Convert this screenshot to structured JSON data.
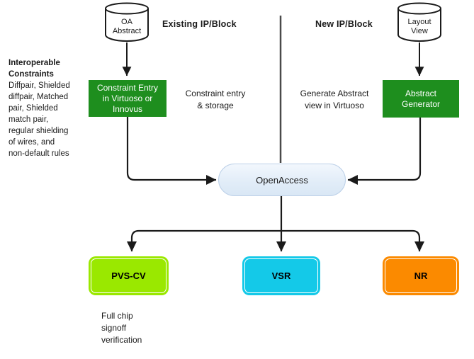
{
  "diagram": {
    "sections": {
      "existing": {
        "title": "Existing IP/Block"
      },
      "new": {
        "title": "New IP/Block"
      }
    },
    "side_note": {
      "heading": "Interoperable\nConstraints",
      "body": "Diffpair, Shielded\ndiffpair, Matched\npair, Shielded\nmatch pair,\nregular shielding\nof wires, and\nnon-default rules"
    },
    "nodes": {
      "oa_abstract": {
        "label": "OA\nAbstract",
        "shape": "cylinder"
      },
      "layout_view": {
        "label": "Layout\nView",
        "shape": "cylinder"
      },
      "constraint_entry": {
        "label": "Constraint Entry\nin Virtuoso or\nInnovus",
        "color": "#1E8E1E",
        "text_color": "#FFFFFF"
      },
      "abstract_generator": {
        "label": "Abstract\nGenerator",
        "color": "#1E8E1E",
        "text_color": "#FFFFFF"
      },
      "openaccess": {
        "label": "OpenAccess",
        "fill_top": "#F2F7FD",
        "fill_bottom": "#D9E7F5",
        "border_color": "#BCD0E8"
      },
      "pvs_cv": {
        "label": "PVS-CV",
        "color": "#9AE800"
      },
      "vsr": {
        "label": "VSR",
        "color": "#14C9E8"
      },
      "nr": {
        "label": "NR",
        "color": "#FB8A00"
      }
    },
    "annotations": {
      "constraint_entry_storage": "Constraint entry\n& storage",
      "generate_abstract": "Generate Abstract\nview in Virtuoso",
      "full_chip": "Full chip\nsignoff\nverification"
    },
    "line_color": "#1a1a1a",
    "divider_color": "#4a4a4a"
  }
}
